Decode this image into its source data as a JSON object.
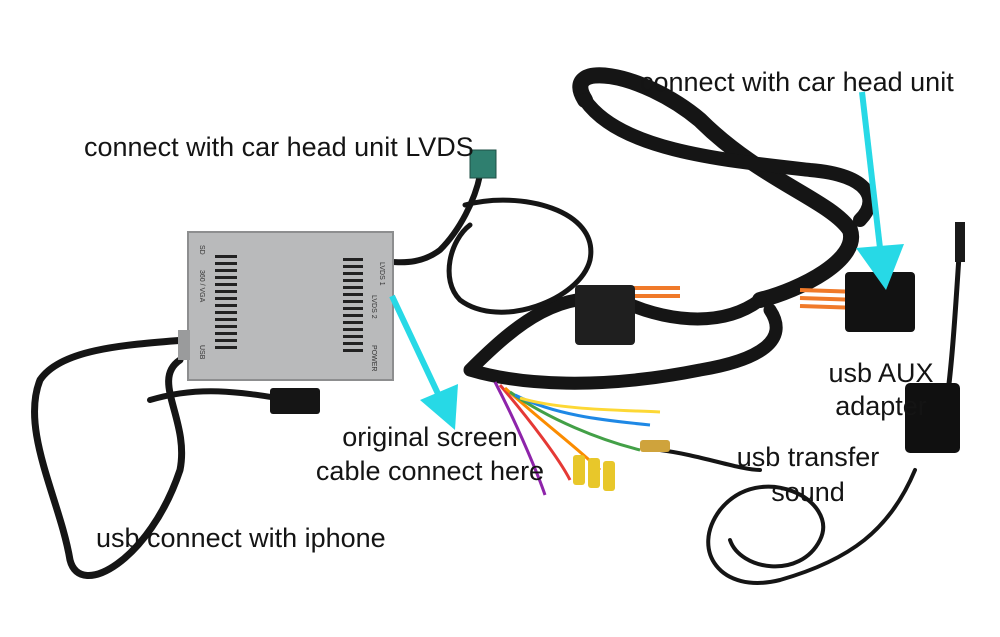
{
  "labels": {
    "head_unit": "connect with car head unit",
    "head_unit_lvds": "connect with car head unit LVDS",
    "usb_aux_line1": "usb AUX",
    "usb_aux_line2": "adapter",
    "original_screen_line1": "original screen",
    "original_screen_line2": "cable connect here",
    "usb_transfer_line1": "usb transfer",
    "usb_transfer_line2": "sound",
    "usb_iphone": "usb connect with iphone"
  },
  "box_labels": {
    "lvds1": "LVDS 1",
    "lvds2": "LVDS 2",
    "power": "POWER",
    "vga": "360 / VGA",
    "usb": "USB",
    "sd": "SD"
  },
  "colors": {
    "arrow": "#27d9e6",
    "cable": "#141414",
    "box": "#b9babb",
    "connector_orange": "#f07a2a"
  }
}
